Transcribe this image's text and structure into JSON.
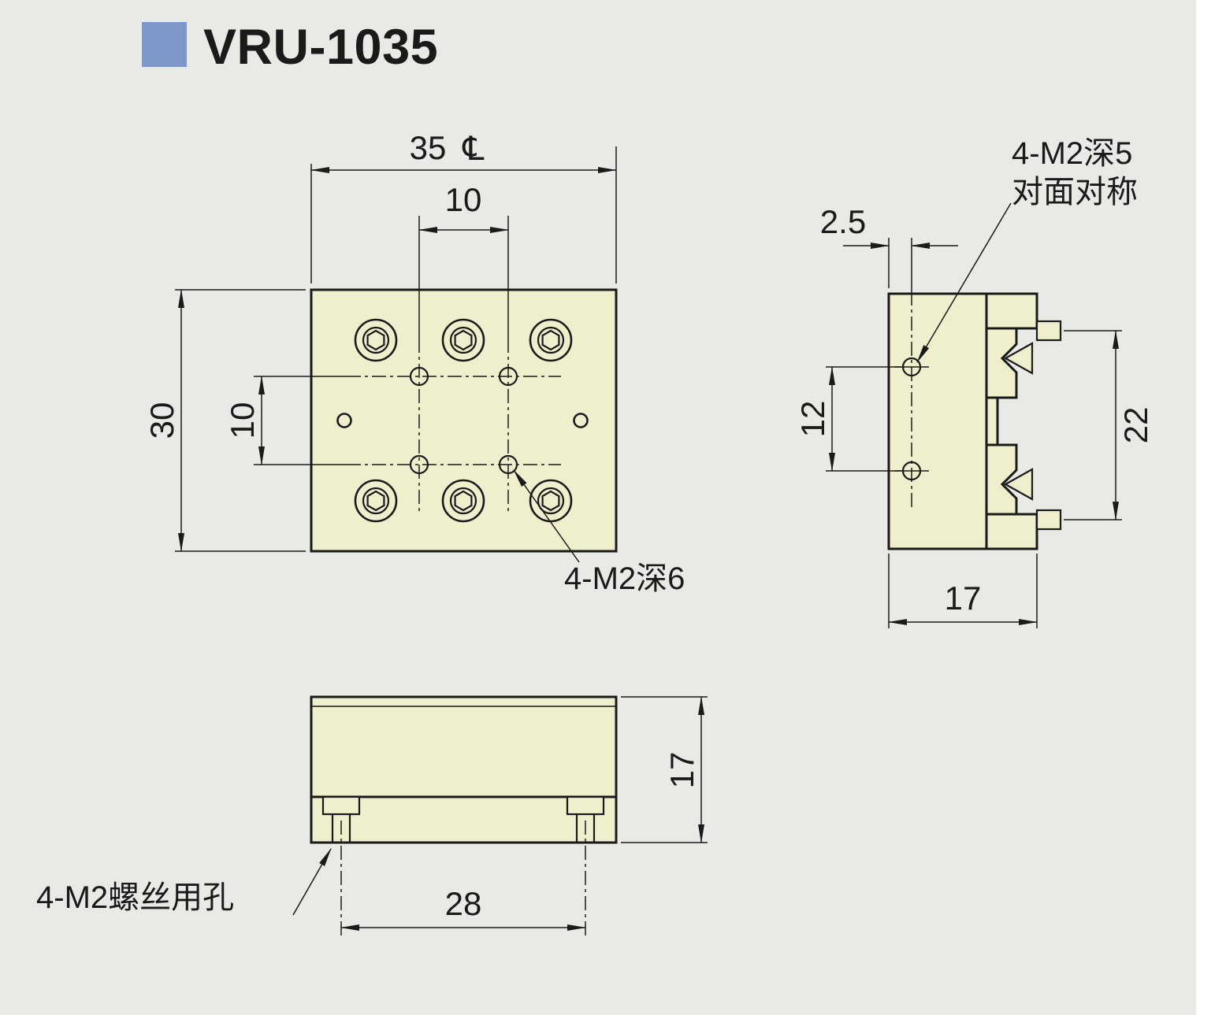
{
  "title": "VRU-1035",
  "colors": {
    "background": "#e9e9e6",
    "part_fill": "#efefcd",
    "line": "#1a1a1a",
    "accent_square": "#7d98c8"
  },
  "top_view": {
    "width_dim": "35",
    "width_centerline_symbol": "℄",
    "hole_pitch_h_dim": "10",
    "height_dim": "30",
    "hole_pitch_v_dim": "10",
    "thread_note": "4-M2深6"
  },
  "side_view": {
    "edge_offset_dim": "2.5",
    "hole_pitch_dim": "12",
    "mount_span_dim": "22",
    "depth_dim": "17",
    "thread_note_line1": "4-M2深5",
    "thread_note_line2": "对面对称"
  },
  "front_view": {
    "height_dim": "17",
    "screw_pitch_dim": "28",
    "screw_hole_note": "4-M2螺丝用孔"
  }
}
